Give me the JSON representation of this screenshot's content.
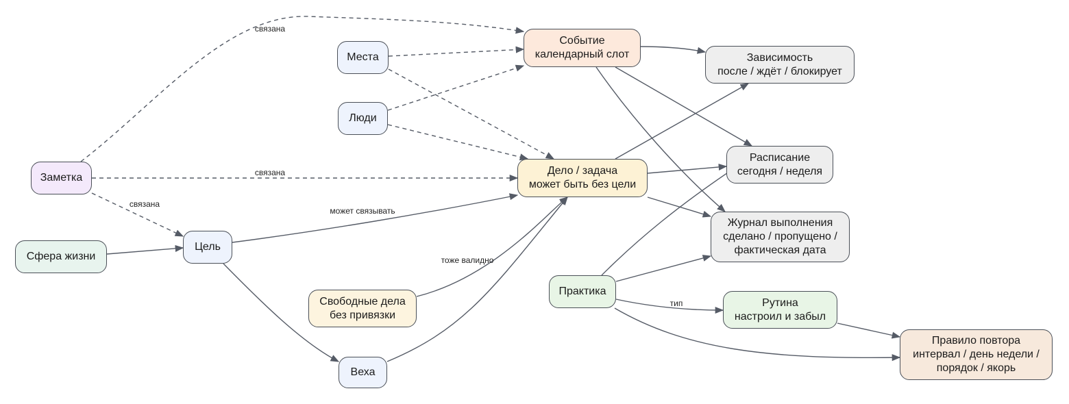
{
  "colors": {
    "edge": "#555b66",
    "node_border": "#4a4f57"
  },
  "nodes": {
    "note": {
      "lines": [
        "Заметка"
      ],
      "fill": "#f4e9fb"
    },
    "places": {
      "lines": [
        "Места"
      ],
      "fill": "#eef3fd"
    },
    "people": {
      "lines": [
        "Люди"
      ],
      "fill": "#eef3fd"
    },
    "event": {
      "lines": [
        "Событие",
        "календарный слот"
      ],
      "fill": "#fde9dc"
    },
    "dependency": {
      "lines": [
        "Зависимость",
        "после / ждёт / блокирует"
      ],
      "fill": "#eeeeee"
    },
    "task": {
      "lines": [
        "Дело / задача",
        "может быть без цели"
      ],
      "fill": "#fdf2d5"
    },
    "schedule": {
      "lines": [
        "Расписание",
        "сегодня / неделя"
      ],
      "fill": "#eeeeee"
    },
    "log": {
      "lines": [
        "Журнал выполнения",
        "сделано / пропущено /",
        "фактическая дата"
      ],
      "fill": "#eeeeee"
    },
    "sphere": {
      "lines": [
        "Сфера жизни"
      ],
      "fill": "#e8f4ee"
    },
    "goal": {
      "lines": [
        "Цель"
      ],
      "fill": "#eef3fd"
    },
    "free": {
      "lines": [
        "Свободные дела",
        "без привязки"
      ],
      "fill": "#fdf4df"
    },
    "milestone": {
      "lines": [
        "Веха"
      ],
      "fill": "#eef3fd"
    },
    "practice": {
      "lines": [
        "Практика"
      ],
      "fill": "#e8f5e6"
    },
    "routine": {
      "lines": [
        "Рутина",
        "настроил и забыл"
      ],
      "fill": "#e8f5e6"
    },
    "rule": {
      "lines": [
        "Правило повтора",
        "интервал / день недели /",
        "порядок / якорь"
      ],
      "fill": "#f7e9dc"
    }
  },
  "edges": [
    {
      "id": "note-event",
      "style": "dashed",
      "label": "связана"
    },
    {
      "id": "note-task",
      "style": "dashed",
      "label": "связана"
    },
    {
      "id": "note-goal",
      "style": "dashed",
      "label": "связана"
    },
    {
      "id": "places-event",
      "style": "dashed",
      "label": ""
    },
    {
      "id": "places-task",
      "style": "dashed",
      "label": ""
    },
    {
      "id": "people-event",
      "style": "dashed",
      "label": ""
    },
    {
      "id": "people-task",
      "style": "dashed",
      "label": ""
    },
    {
      "id": "event-dependency",
      "style": "solid",
      "label": ""
    },
    {
      "id": "event-schedule",
      "style": "solid",
      "label": ""
    },
    {
      "id": "event-log",
      "style": "solid",
      "label": ""
    },
    {
      "id": "task-dependency",
      "style": "solid",
      "label": ""
    },
    {
      "id": "task-schedule",
      "style": "solid",
      "label": ""
    },
    {
      "id": "task-log",
      "style": "solid",
      "label": ""
    },
    {
      "id": "sphere-goal",
      "style": "solid",
      "label": ""
    },
    {
      "id": "goal-task",
      "style": "solid",
      "label": "может связывать"
    },
    {
      "id": "goal-milestone",
      "style": "solid",
      "label": ""
    },
    {
      "id": "free-task",
      "style": "solid",
      "label": "тоже валидно"
    },
    {
      "id": "milestone-task",
      "style": "solid",
      "label": ""
    },
    {
      "id": "practice-schedule",
      "style": "solid",
      "label": ""
    },
    {
      "id": "practice-log",
      "style": "solid",
      "label": ""
    },
    {
      "id": "practice-routine",
      "style": "solid",
      "label": "тип"
    },
    {
      "id": "practice-rule",
      "style": "solid",
      "label": ""
    },
    {
      "id": "routine-rule",
      "style": "solid",
      "label": ""
    }
  ]
}
